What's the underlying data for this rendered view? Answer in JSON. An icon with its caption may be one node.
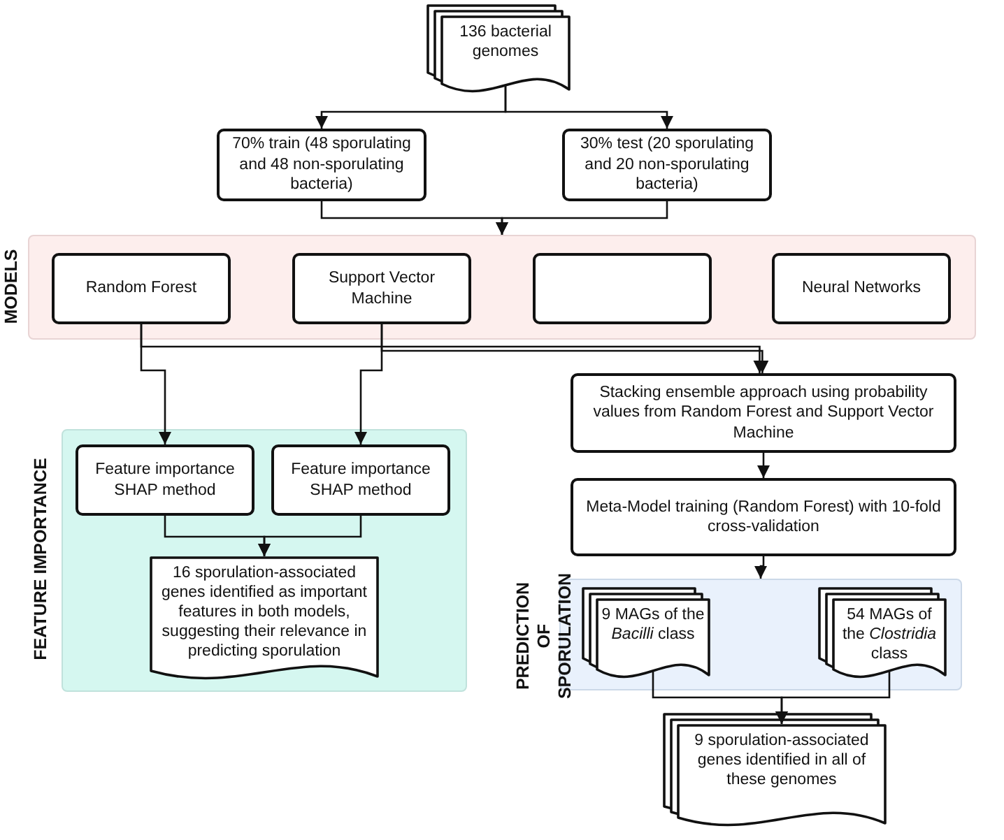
{
  "diagram": {
    "nodes": [
      {
        "text": [
          "136 bacterial genomes"
        ]
      },
      {
        "text": [
          "70% train (48 sporulating and 48 non-sporulating bacteria)"
        ]
      },
      {
        "text": [
          "30% test (20 sporulating and 20 non-sporulating bacteria)"
        ]
      },
      {
        "text": [
          "MODELS"
        ]
      },
      {
        "text": [
          "Random Forest"
        ],
        "in": 3
      },
      {
        "text": [
          "Support Vector Machine"
        ],
        "in": 3
      },
      {
        "text": [],
        "shape": "box",
        "in": 3
      },
      {
        "text": [
          "Neural Networks"
        ],
        "in": 3
      },
      {
        "text": [
          "FEATURE IMPORTANCE"
        ]
      },
      {
        "text": [
          "Feature importance SHAP method"
        ],
        "in": 8
      },
      {
        "text": [
          "Feature importance SHAP method"
        ],
        "in": 8
      },
      {
        "text": [
          "16 sporulation-associated genes identified as important features in both models, suggesting their relevance in predicting sporulation"
        ],
        "in": 8
      },
      {
        "text": [
          "Stacking ensemble approach using probability values from Random Forest and Support Vector Machine"
        ]
      },
      {
        "text": [
          "Meta-Model training (Random Forest) with 10-fold cross-validation"
        ]
      },
      {
        "text": [
          "PREDICTION OF SPORULATION"
        ]
      },
      {
        "text": [
          "9 MAGs of the *Bacilli* class"
        ],
        "in": 14
      },
      {
        "text": [
          "54 MAGs of the *Clostridia* class"
        ],
        "in": 14
      },
      {
        "text": [
          "9 sporulation-associated genes identified in all of these genomes"
        ]
      }
    ],
    "edges": [
      {
        "from": 0,
        "to": 1,
        "arrow": "to"
      },
      {
        "from": 0,
        "to": 2,
        "arrow": "to"
      },
      {
        "from": 1,
        "to": 3,
        "arrow": "to"
      },
      {
        "from": 2,
        "to": 3,
        "arrow": "to"
      },
      {
        "from": 4,
        "to": 9,
        "arrow": "to"
      },
      {
        "from": 5,
        "to": 10,
        "arrow": "to"
      },
      {
        "from": 4,
        "to": 12,
        "arrow": "to"
      },
      {
        "from": 5,
        "to": 12,
        "arrow": "to"
      },
      {
        "from": 9,
        "to": 11,
        "arrow": "to"
      },
      {
        "from": 10,
        "to": 11,
        "arrow": "to"
      },
      {
        "from": 12,
        "to": 13,
        "arrow": "to"
      },
      {
        "from": 13,
        "to": 14,
        "arrow": "to"
      },
      {
        "from": 15,
        "to": 17,
        "arrow": "to"
      },
      {
        "from": 16,
        "to": 17,
        "arrow": "to"
      }
    ]
  }
}
